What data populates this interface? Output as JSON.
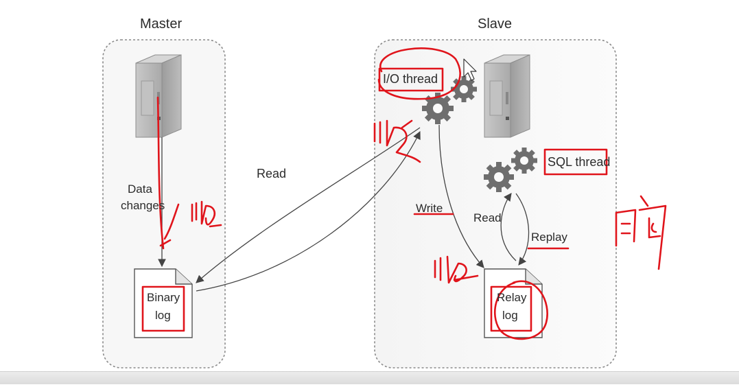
{
  "diagram": {
    "master": {
      "title": "Master",
      "data_changes_line1": "Data",
      "data_changes_line2": "changes",
      "binary_log_line1": "Binary",
      "binary_log_line2": "log"
    },
    "slave": {
      "title": "Slave",
      "io_thread": "I/O thread",
      "sql_thread": "SQL thread",
      "write": "Write",
      "read": "Read",
      "replay": "Replay",
      "relay_log_line1": "Relay",
      "relay_log_line2": "log"
    },
    "read_link": "Read"
  },
  "colors": {
    "annotation_red": "#e0141b",
    "box_border": "#888888",
    "gear": "#6e6e6e",
    "server": "#b8b8b8",
    "text": "#2b2b2b"
  },
  "icons": [
    "server-icon",
    "gear-icon",
    "document-icon",
    "cursor-icon"
  ]
}
